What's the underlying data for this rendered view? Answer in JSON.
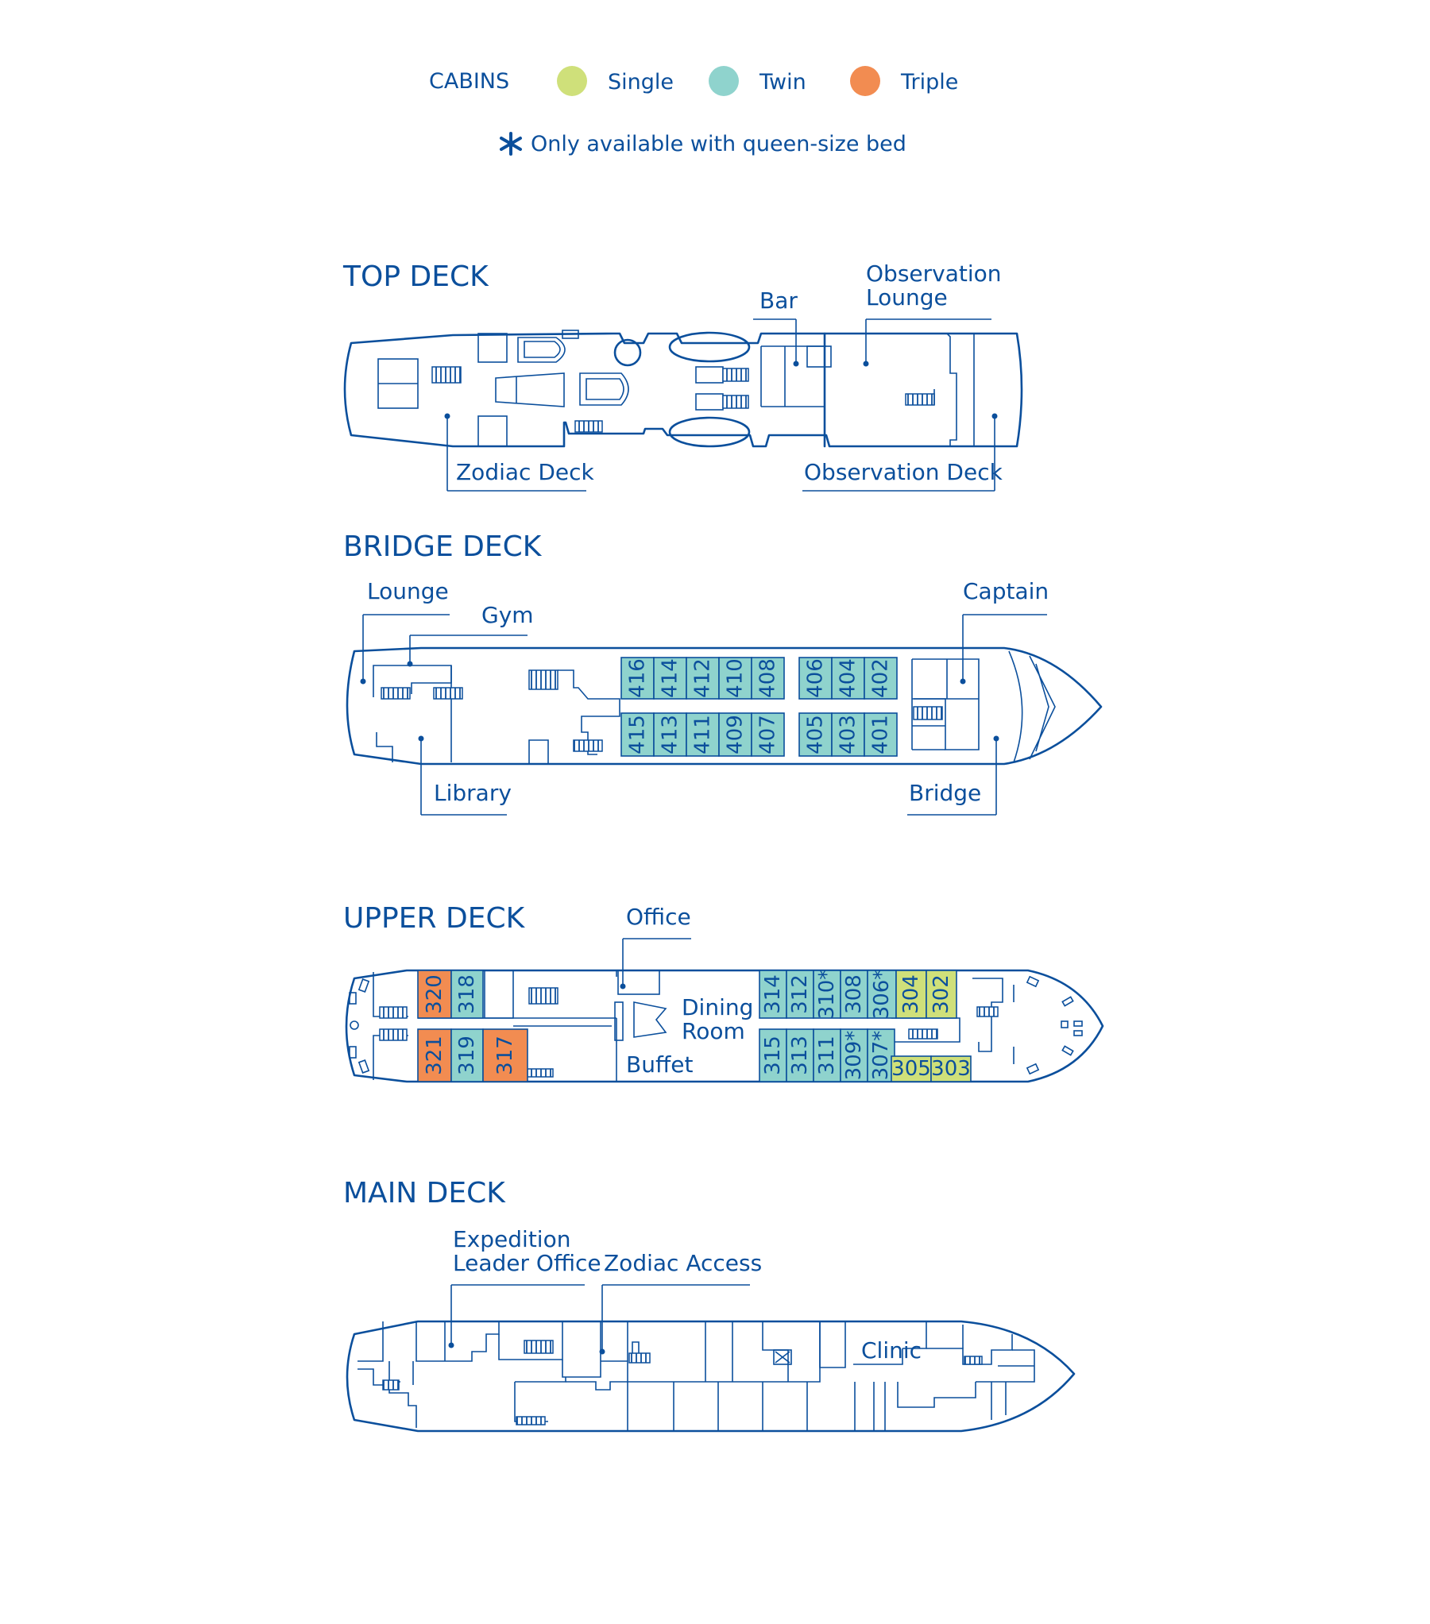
{
  "legend": {
    "heading": "CABINS",
    "items": [
      {
        "label": "Single",
        "color": "#cfe07a"
      },
      {
        "label": "Twin",
        "color": "#8fd3cd"
      },
      {
        "label": "Triple",
        "color": "#f28c51"
      }
    ],
    "note": "Only available with queen-size bed",
    "note_symbol": "asterisk-icon"
  },
  "decks": {
    "top": {
      "title": "TOP DECK",
      "labels": {
        "bar": "Bar",
        "observation_lounge_1": "Observation",
        "observation_lounge_2": "Lounge",
        "zodiac_deck": "Zodiac Deck",
        "observation_deck": "Observation Deck"
      }
    },
    "bridge": {
      "title": "BRIDGE DECK",
      "labels": {
        "lounge": "Lounge",
        "gym": "Gym",
        "captain": "Captain",
        "library": "Library",
        "bridge": "Bridge"
      },
      "cabins_top": [
        "416",
        "414",
        "412",
        "410",
        "408",
        "406",
        "404",
        "402"
      ],
      "cabins_bottom": [
        "415",
        "413",
        "411",
        "409",
        "407",
        "405",
        "403",
        "401"
      ]
    },
    "upper": {
      "title": "UPPER DECK",
      "labels": {
        "office": "Office",
        "dining_1": "Dining",
        "dining_2": "Room",
        "buffet": "Buffet"
      },
      "cabins_aft_top": [
        "320",
        "318"
      ],
      "cabins_aft_bottom": [
        "321",
        "319",
        "317"
      ],
      "cabins_fwd_top": [
        "314",
        "312",
        "310*",
        "308",
        "306*",
        "304",
        "302"
      ],
      "cabins_fwd_bottom": [
        "315",
        "313",
        "311",
        "309*",
        "307*"
      ],
      "cabins_fwd_bottom_h": [
        "305",
        "303"
      ]
    },
    "main": {
      "title": "MAIN DECK",
      "labels": {
        "exp_1": "Expedition",
        "exp_2": "Leader Office",
        "zodiac_access": "Zodiac Access",
        "clinic": "Clinic"
      }
    }
  }
}
